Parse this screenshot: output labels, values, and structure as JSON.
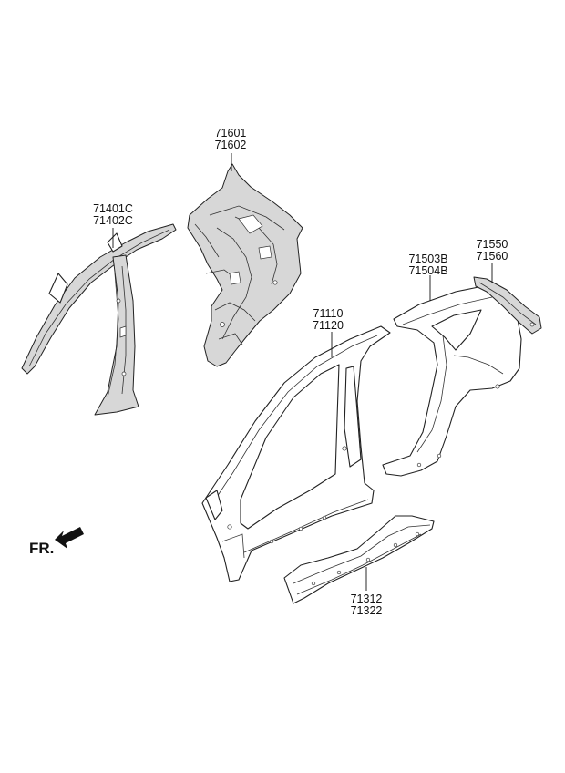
{
  "parts": [
    {
      "id": "quarter-inner-panel",
      "numbers": [
        "71601",
        "71602"
      ]
    },
    {
      "id": "pillar-inner-panel",
      "numbers": [
        "71401C",
        "71402C"
      ]
    },
    {
      "id": "side-outer-panel",
      "numbers": [
        "71110",
        "71120"
      ]
    },
    {
      "id": "quarter-outer-panel",
      "numbers": [
        "71503B",
        "71504B"
      ]
    },
    {
      "id": "quarter-extension",
      "numbers": [
        "71550",
        "71560"
      ]
    },
    {
      "id": "side-sill-panel",
      "numbers": [
        "71312",
        "71322"
      ]
    }
  ],
  "front_indicator": {
    "label": "FR."
  }
}
